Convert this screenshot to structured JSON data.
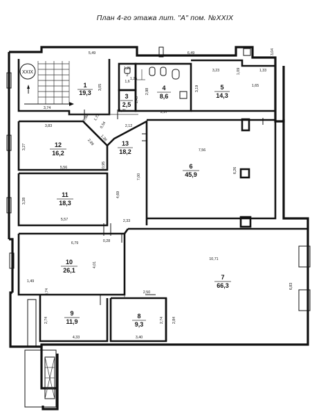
{
  "title": "План 4-го этажа лит. \"А\" пом. №XXIX",
  "premises_label": "XXIX",
  "rooms": [
    {
      "number": "1",
      "area": "19,3"
    },
    {
      "number": "2",
      "area": "1,6"
    },
    {
      "number": "3",
      "area": "2,5"
    },
    {
      "number": "4",
      "area": "8,6"
    },
    {
      "number": "5",
      "area": "14,3"
    },
    {
      "number": "6",
      "area": "45,9"
    },
    {
      "number": "7",
      "area": "66,3"
    },
    {
      "number": "8",
      "area": "9,3"
    },
    {
      "number": "9",
      "area": "11,9"
    },
    {
      "number": "10",
      "area": "26,1"
    },
    {
      "number": "11",
      "area": "18,3"
    },
    {
      "number": "12",
      "area": "16,2"
    },
    {
      "number": "13",
      "area": "18,2"
    }
  ],
  "dimensions": {
    "top_left": "5,49",
    "top_right": "6,49",
    "top_far": "3,04",
    "r1_height": "3,05",
    "r1_bottom": "3,74",
    "r2_width": "1,25",
    "r2_height": "1,25",
    "r3_width": "1,71",
    "r3_height": "1,49",
    "r4_height": "2,98",
    "r4_width": "2,97",
    "r5_top": "3,23",
    "r5_notch": "1,09",
    "r5_right": "1,33",
    "r5_height": "3,19",
    "r5_depth": "1,65",
    "corr_a": "0,98",
    "corr_b": "1,73",
    "corr_c": "0,54",
    "corr_d": "2,12",
    "r12_top": "3,83",
    "r12_height": "3,27",
    "r12_bottom": "5,56",
    "r12_right": "0,95",
    "r12_diag": "2,89",
    "r12_diag2": "1,36",
    "r6_width": "7,56",
    "r6_height": "6,26",
    "r13_height": "7,00",
    "r13_width": "2,33",
    "r13_lower": "4,69",
    "r11_height": "3,28",
    "r11_width": "5,57",
    "r10_width": "6,79",
    "r10_height": "4,01",
    "r10_left": "1,49",
    "r10_small": "0,74",
    "r10_notch": "0,28",
    "r7_width": "10,71",
    "r7_height": "6,83",
    "r7_inner": "2,50",
    "r7_left": "2,84",
    "r8_width": "3,40",
    "r8_height": "2,74",
    "r9_width": "4,33",
    "r9_height": "2,74"
  }
}
